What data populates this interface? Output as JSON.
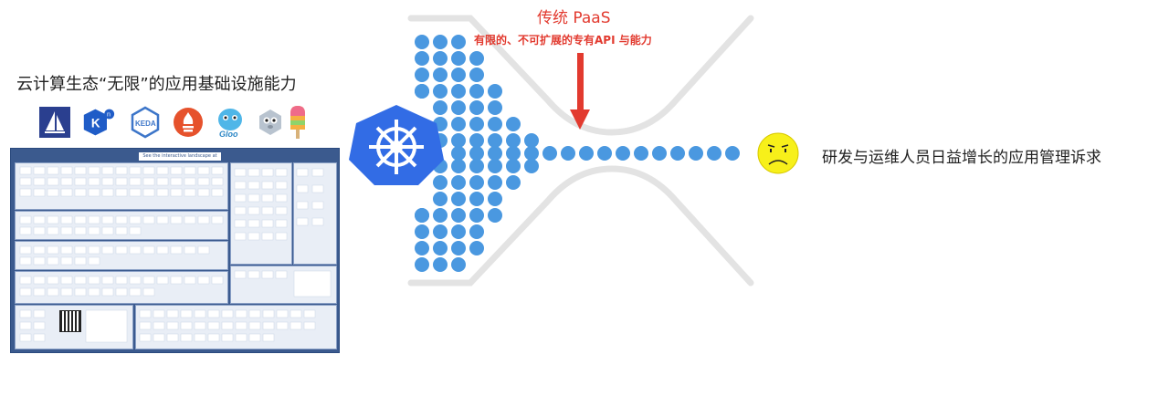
{
  "left_title": "云计算生态“无限”的应用基础设施能力",
  "logos": [
    {
      "icon": "sail-icon",
      "color": "#2a3f8f"
    },
    {
      "icon": "knative-icon",
      "color": "#1f5cc7"
    },
    {
      "icon": "keda-icon",
      "color": "#3d76c9",
      "text": "KEDA"
    },
    {
      "icon": "prometheus-icon",
      "color": "#e6522c"
    },
    {
      "icon": "gloo-icon",
      "color": "#4fb6e8",
      "text": "Gloo"
    },
    {
      "icon": "gopher-icon",
      "color": "#b8c3cf"
    },
    {
      "icon": "popsicle-icon",
      "color": "#f5b042"
    }
  ],
  "landscape": {
    "banner": "See the interactive landscape at l.cncf.io",
    "bg_color": "#3b5a8e"
  },
  "paas": {
    "title": "传统 PaaS",
    "subtitle": "有限的、不可扩展的专有API 与能力",
    "color": "#e23a2f"
  },
  "right_text": "研发与运维人员日益增长的应用管理诉求",
  "colors": {
    "dot": "#4a98e0",
    "funnel": "#e3e3e3",
    "kubernetes": "#326ce5",
    "face": "#f7f01a"
  }
}
